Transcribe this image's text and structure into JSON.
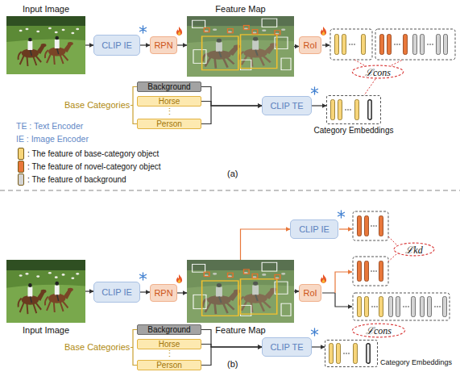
{
  "diagram": {
    "nodes": [
      {
        "text": [
          "Input Image"
        ]
      },
      {
        "text": [
          "CLIP IE"
        ]
      },
      {
        "text": [
          "RPN"
        ]
      },
      {
        "text": [
          "Feature Map"
        ]
      },
      {
        "text": [
          "RoI"
        ]
      },
      {
        "text": [
          "ℒcons"
        ]
      },
      {
        "text": [
          "Background"
        ]
      },
      {
        "text": [
          "Horse"
        ]
      },
      {
        "text": [
          "Person"
        ]
      },
      {
        "text": [
          "CLIP TE"
        ]
      },
      {
        "text": [
          "Category Embeddings"
        ]
      },
      {
        "text": [
          "Input Image"
        ]
      },
      {
        "text": [
          "CLIP IE"
        ]
      },
      {
        "text": [
          "RPN"
        ]
      },
      {
        "text": [
          "Feature Map"
        ]
      },
      {
        "text": [
          "CLIP IE"
        ]
      },
      {
        "text": [
          "RoI"
        ]
      },
      {
        "text": [
          "ℒkd"
        ]
      },
      {
        "text": [
          "ℒcons"
        ]
      },
      {
        "text": [
          "Background"
        ]
      },
      {
        "text": [
          "Horse"
        ]
      },
      {
        "text": [
          "Person"
        ]
      },
      {
        "text": [
          "CLIP TE"
        ]
      },
      {
        "text": [
          "Category Embeddings"
        ]
      }
    ],
    "edges": [
      {
        "from": 0,
        "to": 1,
        "arrow": "to"
      },
      {
        "from": 1,
        "to": 2,
        "arrow": "to"
      },
      {
        "from": 2,
        "to": 3,
        "arrow": "to"
      },
      {
        "from": 3,
        "to": 4,
        "arrow": "to"
      },
      {
        "from": 6,
        "to": 9,
        "arrow": "to"
      },
      {
        "from": 7,
        "to": 9,
        "arrow": "to"
      },
      {
        "from": 8,
        "to": 9,
        "arrow": "to"
      },
      {
        "from": 9,
        "to": 10,
        "arrow": "to"
      },
      {
        "from": 11,
        "to": 12,
        "arrow": "to"
      },
      {
        "from": 12,
        "to": 13,
        "arrow": "to"
      },
      {
        "from": 13,
        "to": 14,
        "arrow": "to"
      },
      {
        "from": 14,
        "to": 16,
        "arrow": "to"
      },
      {
        "from": 14,
        "to": 15,
        "arrow": "to"
      },
      {
        "from": 19,
        "to": 22,
        "arrow": "to"
      },
      {
        "from": 20,
        "to": 22,
        "arrow": "to"
      },
      {
        "from": 21,
        "to": 22,
        "arrow": "to"
      },
      {
        "from": 22,
        "to": 23,
        "arrow": "to"
      }
    ],
    "labels": [
      "TE : Text Encoder",
      "IE : Image Encoder",
      "Base Categories",
      "⋮",
      "(a)",
      "Base Categories",
      "⋮",
      "(b)"
    ],
    "legend": [
      {
        "text": ": The feature of base-category object",
        "color": "#f7d57a"
      },
      {
        "text": ": The feature of novel-category object",
        "color": "#e8773a"
      },
      {
        "text": ": The feature of background",
        "color": "#d4d4d4"
      }
    ]
  }
}
